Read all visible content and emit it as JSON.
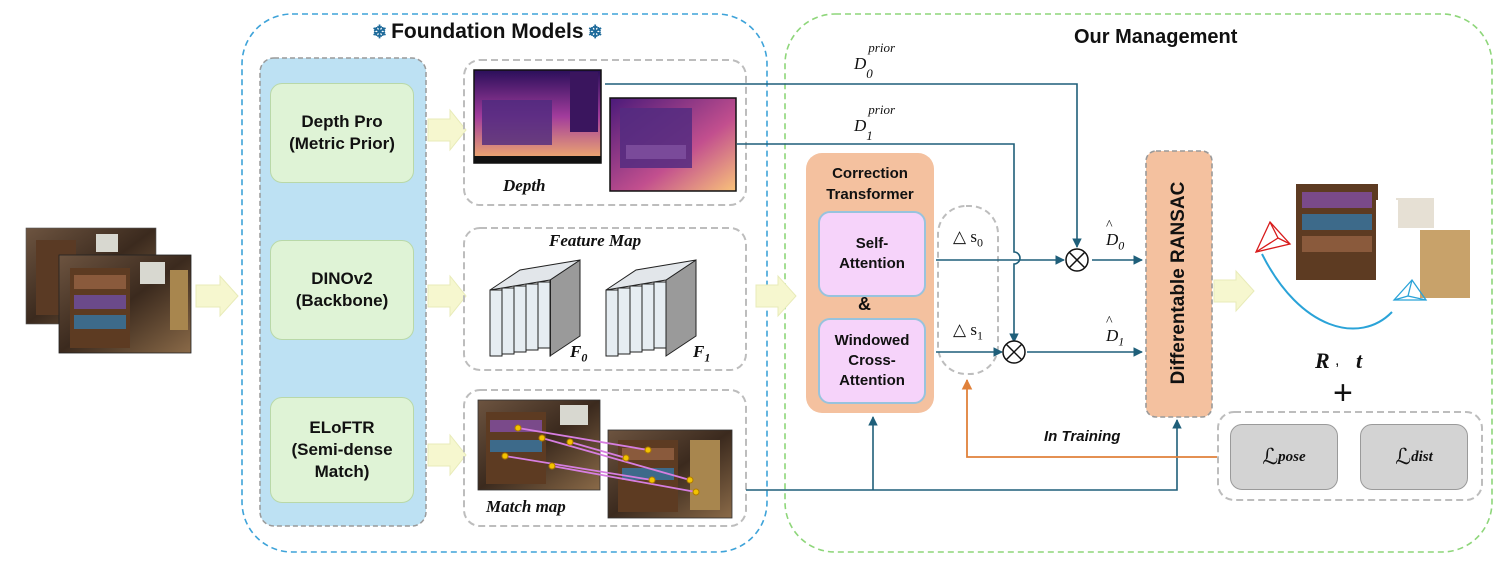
{
  "sections": {
    "foundation_title": "Foundation Models",
    "management_title": "Our Management"
  },
  "icons": {
    "snowflake": "snowflake-icon"
  },
  "models": {
    "depth_pro": [
      "Depth Pro",
      "(Metric Prior)"
    ],
    "dinov2": [
      "DINOv2",
      "(Backbone)"
    ],
    "eloftr": [
      "ELoFTR",
      "(Semi-dense",
      "Match)"
    ]
  },
  "outputs": {
    "depth_label": "Depth",
    "feature_label": "Feature Map",
    "feature_f0": "F",
    "feature_f0_sub": "0",
    "feature_f1": "F",
    "feature_f1_sub": "1",
    "match_label": "Match map"
  },
  "priors": {
    "d0": "D",
    "d0_sub": "0",
    "d0_sup": "prior",
    "d1": "D",
    "d1_sub": "1",
    "d1_sup": "prior"
  },
  "correction": {
    "title": [
      "Correction",
      "Transformer"
    ],
    "self_attention": [
      "Self-",
      "Attention"
    ],
    "amp": "&",
    "cross_attention": [
      "Windowed",
      "Cross-",
      "Attention"
    ]
  },
  "scales": {
    "s0": "△ s",
    "s0_sub": "0",
    "s1": "△ s",
    "s1_sub": "1"
  },
  "refined": {
    "d0": "D",
    "d0_sub": "0",
    "d1": "D",
    "d1_sub": "1"
  },
  "ransac": "Differentable RANSAC",
  "result": {
    "r": "R",
    "comma": ",",
    "t": "t",
    "plus": "+"
  },
  "training": "In Training",
  "losses": {
    "pose": "ℒ",
    "pose_sub": "pose",
    "dist": "ℒ",
    "dist_sub": "dist"
  },
  "colors": {
    "arrow_line": "#1f5f7a",
    "training_line": "#e0813a",
    "orange_block": "#f4c19f",
    "blue_panel": "#bde1f3",
    "yellow_arrow": "#f6f7cf"
  }
}
